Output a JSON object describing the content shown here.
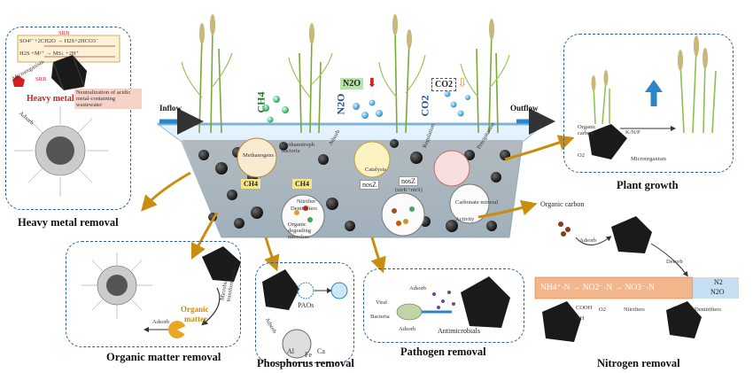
{
  "wetland": {
    "inflow": "Inflow",
    "outflow": "Outflow",
    "gases": {
      "ch4": "CH4",
      "n2o": "N2O",
      "co2": "CO2",
      "n2o_box": "N2O",
      "co2_box": "CO2"
    },
    "labels": {
      "methanogens": "Methanogens",
      "methanotroph": "Methanotroph bacteria",
      "ch4_left": "CH4",
      "ch4_right": "CH4",
      "nosz": "nosZ",
      "nosz_box": "nosZ",
      "nirk": "(nirK+nirS)",
      "nitrifiers": "Nitrifier",
      "denitrifiers": "Denitrifiers",
      "organic_degrading": "Organic degrading microbes",
      "carbonate": "Carbonate mineral",
      "activity": "Activity",
      "adsorb": "Adsorb",
      "catalysis": "Catalysis",
      "rule": "Regulation",
      "process": "Precipitation"
    }
  },
  "heavy_metal": {
    "title": "Heavy metal removal",
    "eq1": "SO4²⁻+2CH2O → H2S+2HCO3⁻",
    "eq2": "H2S +M²⁺ → MS↓ +2H⁺",
    "srb1": "SRB",
    "srb2": "SRB",
    "microorganism": "Microorganism",
    "heavy_metal": "Heavy metal",
    "neutralization": "Neutralization of acidic metal-containing wastewater",
    "adsorb": "Adsorb"
  },
  "plant_growth": {
    "title": "Plant growth",
    "organic_carbon": "Organic carbon",
    "knp": "K/N/P",
    "o2": "O2",
    "microorganism": "Microorganism"
  },
  "organic_matter": {
    "title": "Organic matter removal",
    "organic": "Organic",
    "matter": "matter",
    "adsorb": "Adsorb",
    "microbial": "Microbial transformation"
  },
  "phosphorus": {
    "title": "Phosphorus removal",
    "paos": "PAOs",
    "adsorb": "Adsorb",
    "al": "Al",
    "fe": "Fe",
    "ca": "Ca"
  },
  "pathogen": {
    "title": "Pathogen removal",
    "adsorb_top": "Adsorb",
    "viral": "Viral",
    "bacteria": "Bacteria",
    "adsorb_bottom": "Adsorb",
    "antimicrobials": "Antimicrobials"
  },
  "nitrogen": {
    "title": "Nitrogen removal",
    "organic_carbon": "Organic carbon",
    "adsorb": "Adsorb",
    "desorb": "Desorb",
    "chain": "NH4⁺-N → NO2⁻-N → NO3⁻-N",
    "n2": "N2",
    "n2o": "N2O",
    "cooh": "COOH",
    "oh": "OH",
    "o2": "O2",
    "nitrifiers": "Nitrifiers",
    "denitrifiers": "Denitrifiers"
  }
}
